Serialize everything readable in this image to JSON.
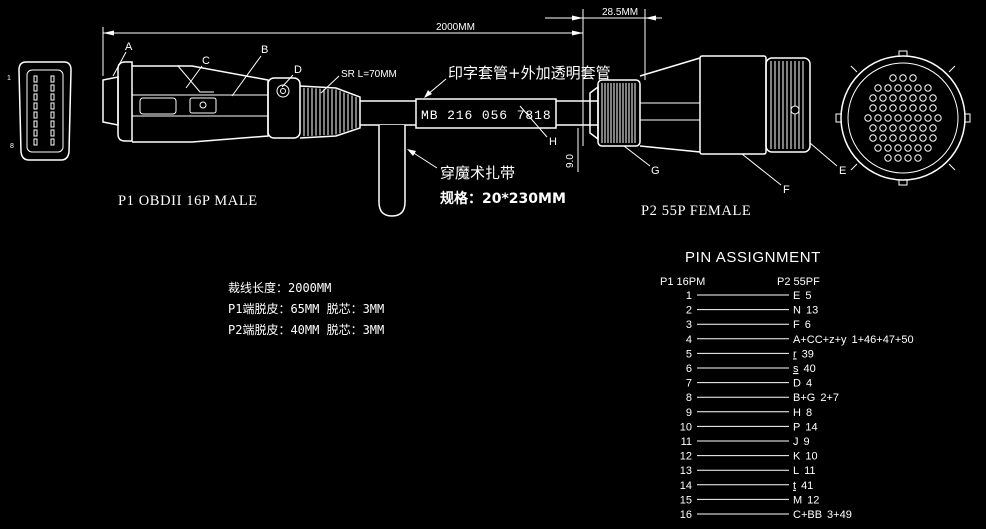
{
  "drawing": {
    "background": "#000000",
    "line_color": "#ffffff"
  },
  "dimensions": {
    "overall_length": "2000MM",
    "nut_length": "28.5MM",
    "strain_relief": "SR L=70MM",
    "sleeve_height": "9.0"
  },
  "p1_face": {
    "pin_first": "1",
    "pin_last": "8"
  },
  "callouts": {
    "a": "A",
    "b": "B",
    "c": "C",
    "d": "D",
    "e": "E",
    "f": "F",
    "g": "G",
    "h": "H"
  },
  "sleeve": {
    "print_text": "MB 216 056 7818",
    "note": "印字套管+外加透明套管"
  },
  "cable_tie": {
    "note": "穿魔术扎带",
    "spec": "规格：20*230MM"
  },
  "connectors": {
    "p1_title": "P1 OBDII 16P MALE",
    "p2_title": "P2 55P FEMALE"
  },
  "cut_notes": [
    "裁线长度：2000MM",
    "P1端脱皮：65MM 脱芯：3MM",
    "P2端脱皮：40MM 脱芯：3MM"
  ],
  "pin_assignment": {
    "title": "PIN ASSIGNMENT",
    "p1_header": "P1 16PM",
    "p2_header": "P2 55PF",
    "rows": [
      {
        "p1": "1",
        "p2_pin": "E",
        "p2_num": "5"
      },
      {
        "p1": "2",
        "p2_pin": "N",
        "p2_num": "13"
      },
      {
        "p1": "3",
        "p2_pin": "F",
        "p2_num": "6"
      },
      {
        "p1": "4",
        "p2_pin": "A+CC+z+y",
        "p2_num": "1+46+47+50"
      },
      {
        "p1": "5",
        "p2_pin": "r",
        "p2_num": "39",
        "underlined": true
      },
      {
        "p1": "6",
        "p2_pin": "s",
        "p2_num": "40",
        "underlined": true
      },
      {
        "p1": "7",
        "p2_pin": "D",
        "p2_num": "4"
      },
      {
        "p1": "8",
        "p2_pin": "B+G",
        "p2_num": "2+7"
      },
      {
        "p1": "9",
        "p2_pin": "H",
        "p2_num": "8"
      },
      {
        "p1": "10",
        "p2_pin": "P",
        "p2_num": "14"
      },
      {
        "p1": "11",
        "p2_pin": "J",
        "p2_num": "9"
      },
      {
        "p1": "12",
        "p2_pin": "K",
        "p2_num": "10"
      },
      {
        "p1": "13",
        "p2_pin": "L",
        "p2_num": "11"
      },
      {
        "p1": "14",
        "p2_pin": "t",
        "p2_num": "41",
        "underlined": true
      },
      {
        "p1": "15",
        "p2_pin": "M",
        "p2_num": "12"
      },
      {
        "p1": "16",
        "p2_pin": "C+BB",
        "p2_num": "3+49"
      }
    ]
  }
}
